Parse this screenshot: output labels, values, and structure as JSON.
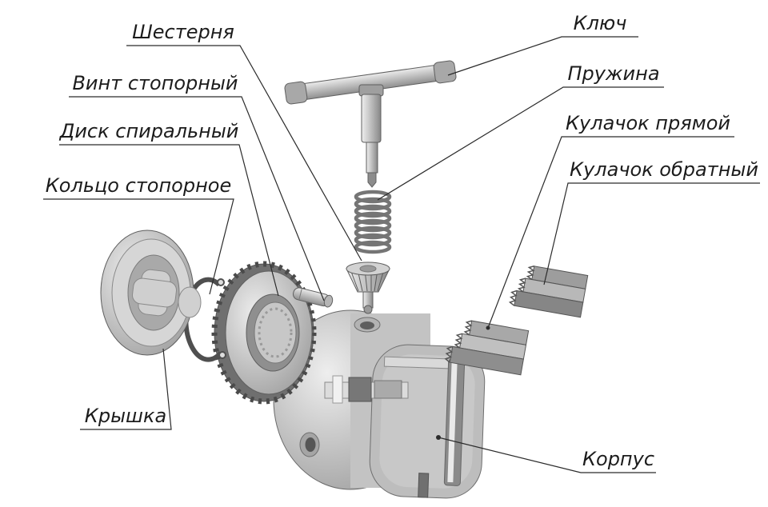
{
  "diagram": {
    "background_color": "#ffffff",
    "line_color": "#2b2b2b",
    "labels": {
      "gear": "Шестерня",
      "lock_screw": "Винт стопорный",
      "spiral_disk": "Диск спиральный",
      "retaining_ring": "Кольцо стопорное",
      "cover": "Крышка",
      "key": "Ключ",
      "spring": "Пружина",
      "jaw_direct": "Кулачок прямой",
      "jaw_reverse": "Кулачок обратный",
      "body": "Корпус"
    }
  }
}
